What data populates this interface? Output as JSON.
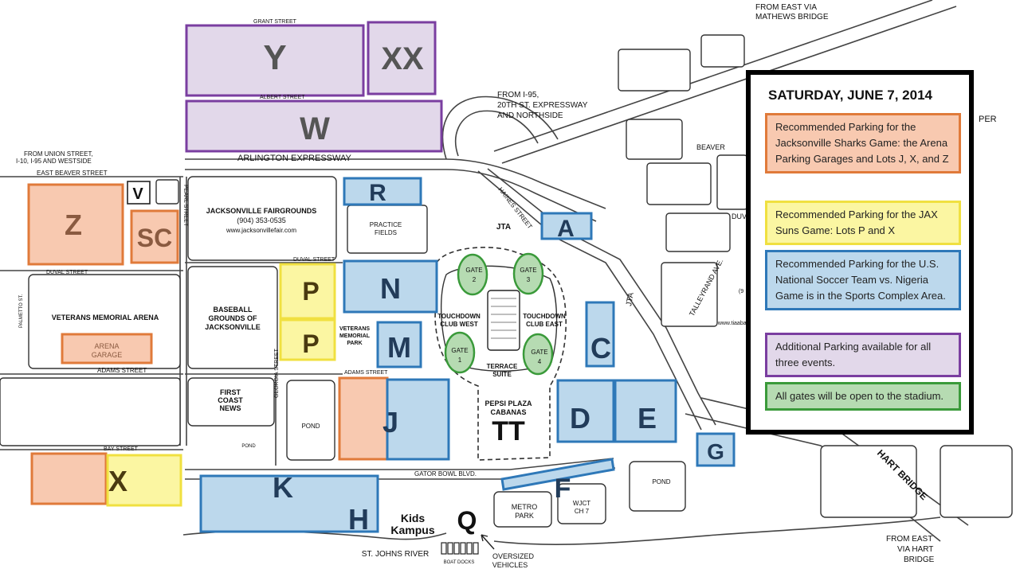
{
  "streets": {
    "grant": "GRANT STREET",
    "albert": "ALBERT STREET",
    "arlington": "ARLINGTON EXPRESSWAY",
    "union_1": "FROM UNION STREET,",
    "union_2": "I-10, I-95 AND WESTSIDE",
    "east_beaver": "EAST BEAVER STREET",
    "duval_left": "DUVAL STREET",
    "duval_mid": "DUVAL STREET",
    "adams_left": "ADAMS STREET",
    "adams_mid": "ADAMS STREET",
    "bay": "BAY STREET",
    "gator_bowl": "GATOR BOWL BLVD.",
    "haines": "HAINES STREET",
    "talleyrand": "TALLEYRAND AVE.",
    "pearl": "PEARL STREET",
    "georgia": "GEORGIA STREET",
    "palmetto": "PALMETTO ST.",
    "jta_road": "JTA",
    "beaver_east": "BEAVER",
    "duv_east": "DUV",
    "per_cut": "PER"
  },
  "directions": {
    "mathews_1": "FROM EAST VIA",
    "mathews_2": "MATHEWS BRIDGE",
    "i95_1": "FROM I-95,",
    "i95_2": "20TH ST. EXPRESSWAY",
    "i95_3": "AND NORTHSIDE",
    "hart_bridge": "HART BRIDGE",
    "east_hart_1": "FROM EAST",
    "east_hart_2": "VIA HART",
    "east_hart_3": "BRIDGE"
  },
  "venues": {
    "fairgrounds_name": "JACKSONVILLE FAIRGROUNDS",
    "fairgrounds_phone": "(904) 353-0535",
    "fairgrounds_web": "www.jacksonvillefair.com",
    "practice_1": "PRACTICE",
    "practice_2": "FIELDS",
    "jta": "JTA",
    "arena": "VETERANS MEMORIAL ARENA",
    "arena_garage_1": "ARENA",
    "arena_garage_2": "GARAGE",
    "baseball_1": "BASEBALL",
    "baseball_2": "GROUNDS OF",
    "baseball_3": "JACKSONVILLE",
    "vm_park_1": "VETERANS",
    "vm_park_2": "MEMORIAL",
    "vm_park_3": "PARK",
    "first_coast_1": "FIRST",
    "first_coast_2": "COAST",
    "first_coast_3": "NEWS",
    "pond_small": "POND",
    "pond_main": "POND",
    "pond_right": "POND",
    "touchdown_west_1": "TOUCHDOWN",
    "touchdown_west_2": "CLUB WEST",
    "touchdown_east_1": "TOUCHDOWN",
    "touchdown_east_2": "CLUB EAST",
    "terrace_1": "TERRACE",
    "terrace_2": "SUITE",
    "pepsi_1": "PEPSI PLAZA",
    "pepsi_2": "CABANAS",
    "tt": "TT",
    "metro_1": "METRO",
    "metro_2": "PARK",
    "wjct_1": "WJCT",
    "wjct_2": "CH 7",
    "kids_1": "Kids",
    "kids_2": "Kampus",
    "river": "ST. JOHNS RIVER",
    "boat_docks": "BOAT DOCKS",
    "oversized_1": "OVERSIZED",
    "oversized_2": "VEHICLES",
    "tiaa_web": "www.tiaabank.com",
    "phone_cut": "(9"
  },
  "gates": [
    {
      "word": "GATE",
      "num": "2"
    },
    {
      "word": "GATE",
      "num": "3"
    },
    {
      "word": "GATE",
      "num": "1"
    },
    {
      "word": "GATE",
      "num": "4"
    }
  ],
  "lots": {
    "Y": "Y",
    "XX": "XX",
    "W": "W",
    "Z": "Z",
    "V": "V",
    "SC": "SC",
    "R": "R",
    "A": "A",
    "P1": "P",
    "P2": "P",
    "N": "N",
    "M": "M",
    "C": "C",
    "J": "J",
    "D": "D",
    "E": "E",
    "G": "G",
    "X": "X",
    "K": "K",
    "H": "H",
    "F": "F",
    "Q": "Q"
  },
  "legend": {
    "title": "SATURDAY, JUNE 7, 2014",
    "items": [
      {
        "text": "Recommended Parking for the Jacksonville Sharks Game: the Arena Parking Garages and Lots J, X, and Z"
      },
      {
        "text": "Recommended Parking for the JAX Suns Game: Lots P and X"
      },
      {
        "text": "Recommended Parking for the U.S. National Soccer Team vs. Nigeria Game is in the Sports Complex Area."
      },
      {
        "text": "Additional Parking available for all three events."
      },
      {
        "text": "All gates will be open to the stadium."
      }
    ]
  },
  "colors": {
    "orange_fill": "#f8c9b0",
    "orange_stroke": "#e07a3a",
    "yellow_fill": "#fbf6a2",
    "yellow_stroke": "#f0e040",
    "blue_fill": "#bcd8ec",
    "blue_stroke": "#2e78b8",
    "purple_fill": "#e2d8ea",
    "purple_stroke": "#7a3ea0",
    "green_fill": "#b6dbb2",
    "green_stroke": "#3a9a3a",
    "lot_label": "#223c5a"
  }
}
